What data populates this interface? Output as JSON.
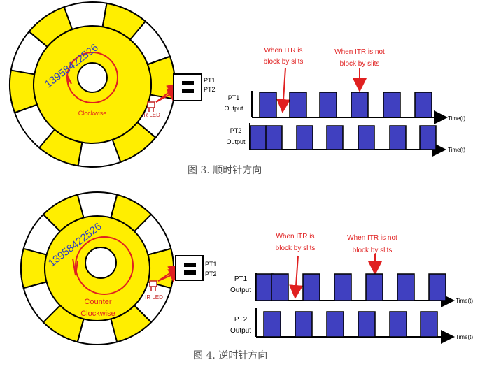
{
  "colors": {
    "yellow": "#ffee00",
    "pulse": "#4040c0",
    "arrow_red": "#e02020",
    "phone_text": "#3040c0",
    "led_red": "#c02020",
    "line": "#000000",
    "caption_text": "#555555"
  },
  "figures": [
    {
      "encoder_rotation_label_lines": [
        "Clockwise"
      ],
      "watermark": "13958422526",
      "led_label": "IR LED",
      "sensor_labels": [
        "PT1",
        "PT2"
      ],
      "annotation_left": [
        "When ITR is",
        "block by slits"
      ],
      "annotation_right": [
        "When ITR is not",
        "block by slits"
      ],
      "pt1_label": [
        "PT1",
        "Output"
      ],
      "pt2_label": [
        "PT2",
        "Output"
      ],
      "time_label_1": "Time(t)",
      "time_label_2": "Time(t)",
      "caption": "图 3.  顺时针方向"
    },
    {
      "encoder_rotation_label_lines": [
        "Counter",
        "Clockwise"
      ],
      "watermark": "13958422526",
      "led_label": "IR LED",
      "sensor_labels": [
        "PT1",
        "PT2"
      ],
      "annotation_left": [
        "When ITR is",
        "block by slits"
      ],
      "annotation_right": [
        "When ITR is not",
        "block by slits"
      ],
      "pt1_label": [
        "PT1",
        "Output"
      ],
      "pt2_label": [
        "PT2",
        "Output"
      ],
      "time_label_1": "Time(t)",
      "time_label_2": "Time(t)",
      "caption": "图 4.  逆时针方向"
    }
  ]
}
